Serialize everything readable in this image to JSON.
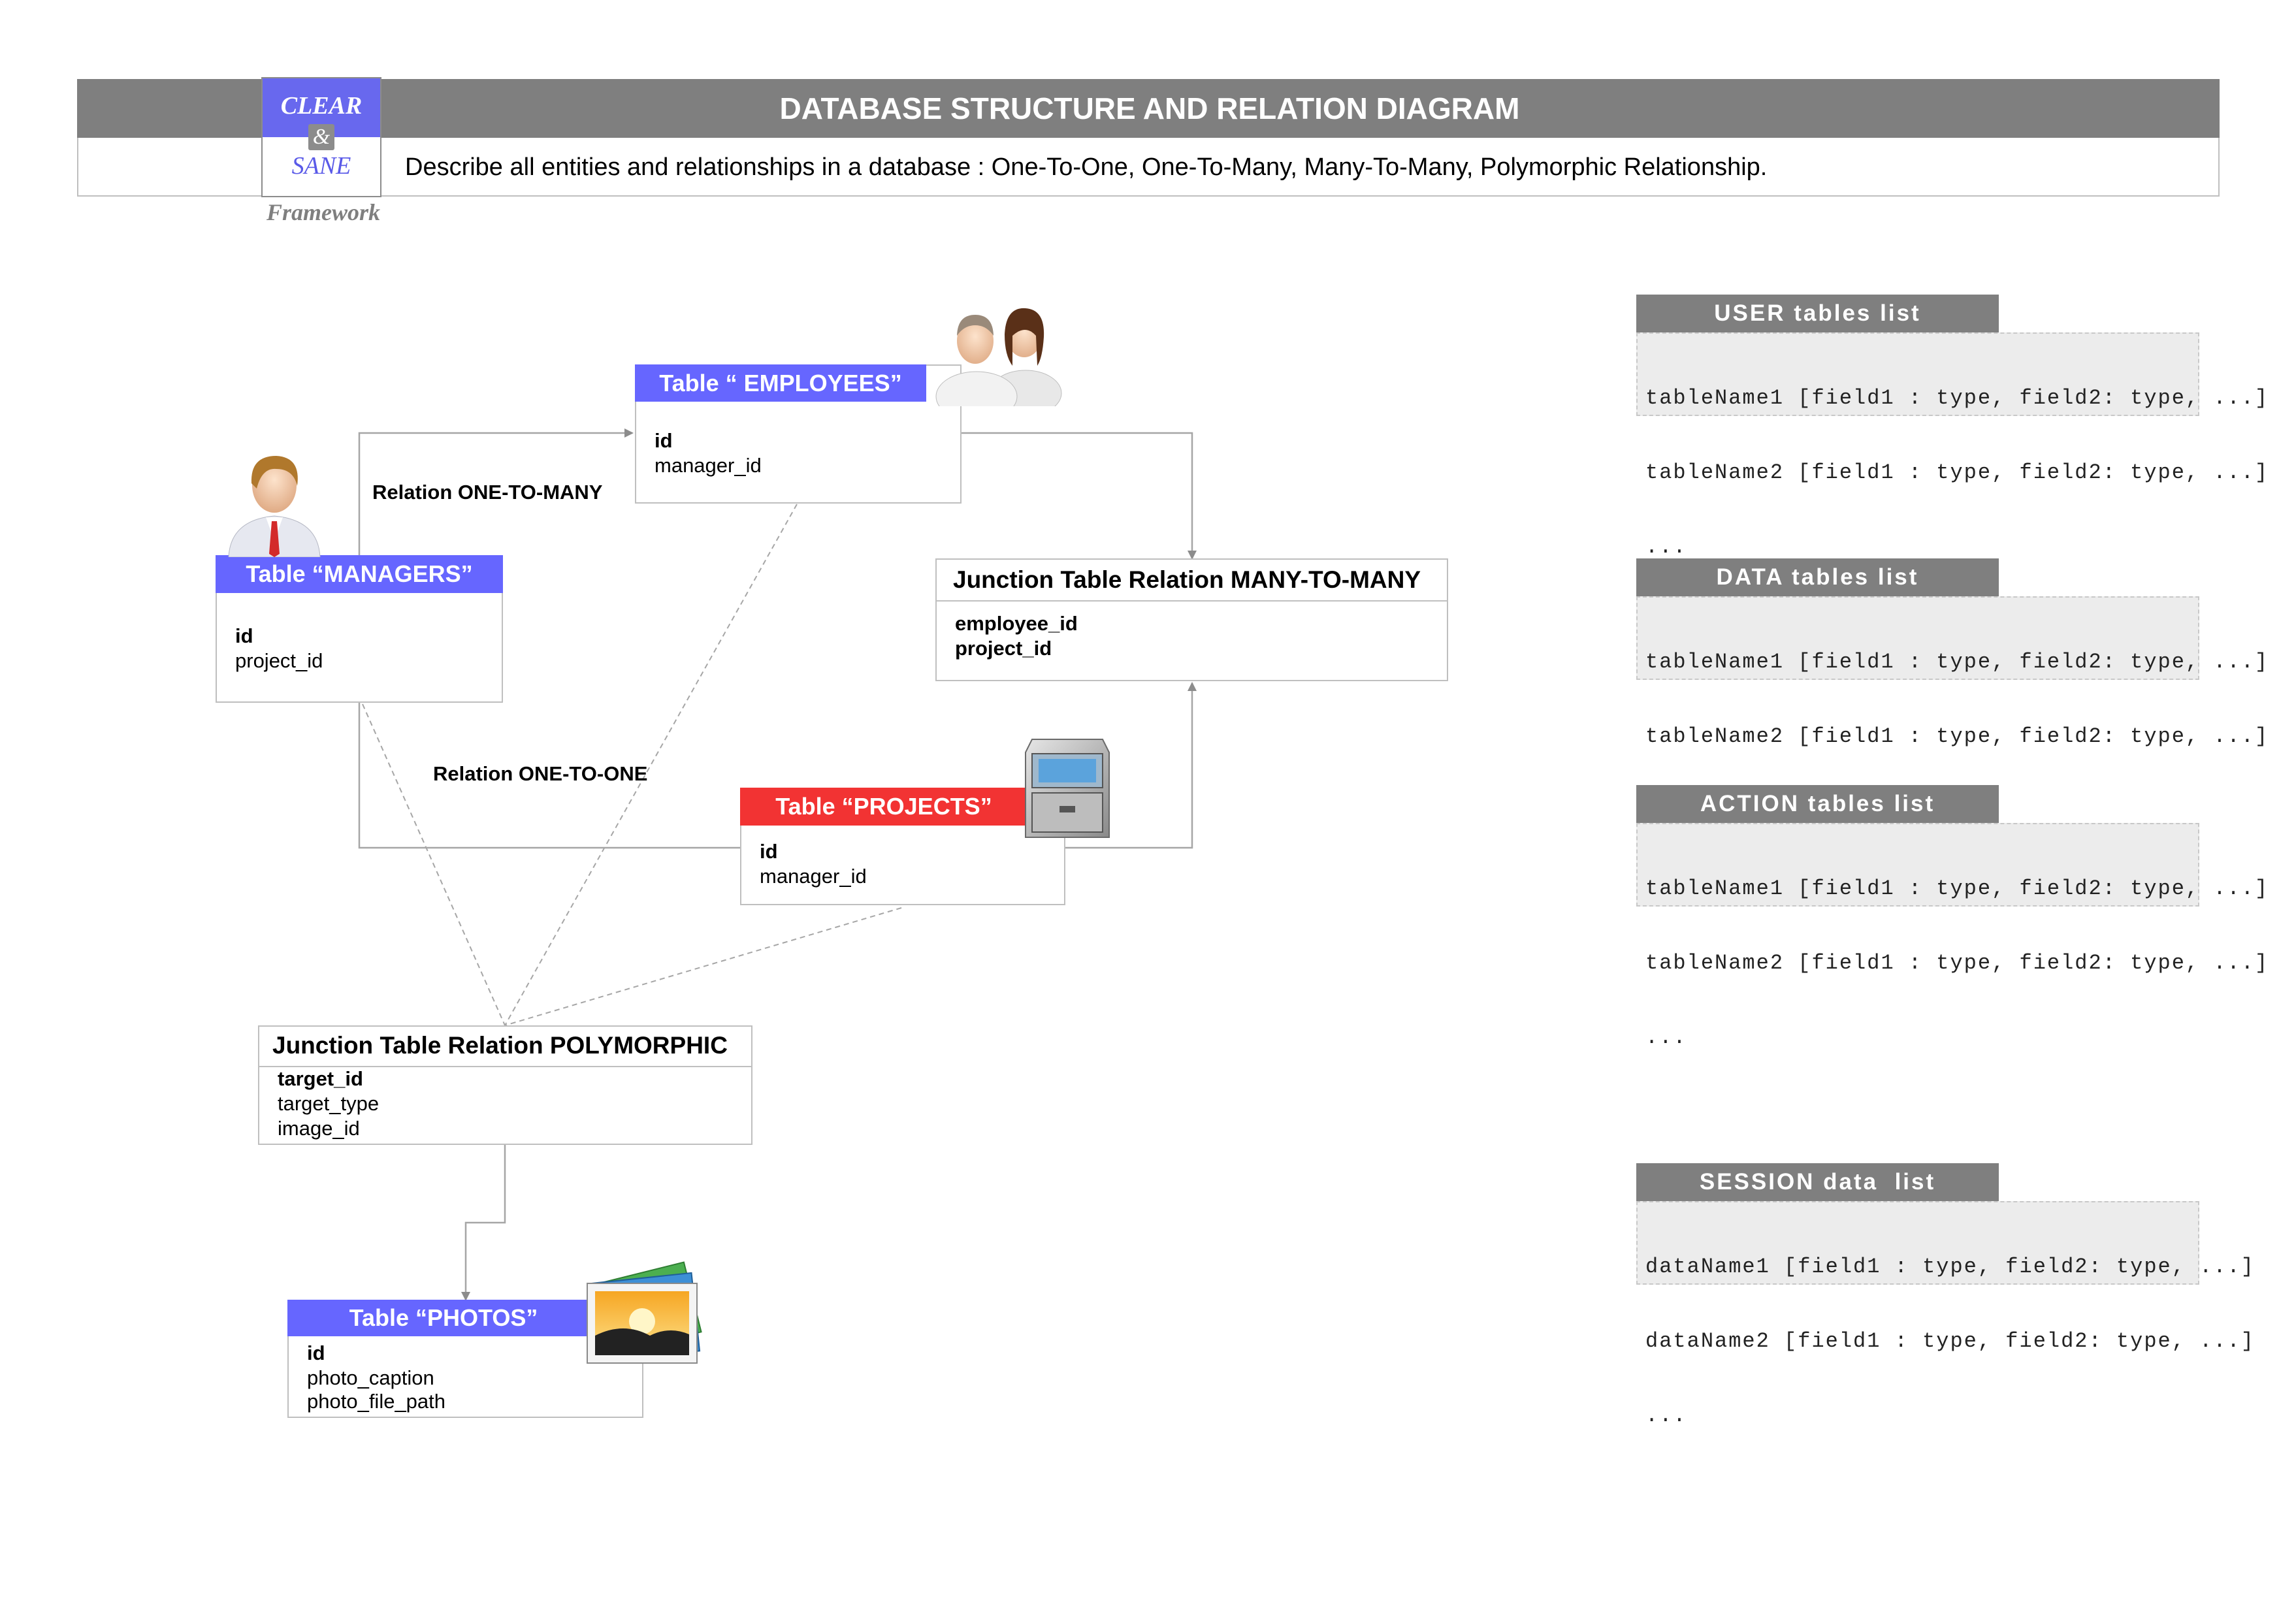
{
  "header": {
    "title": "DATABASE STRUCTURE AND RELATION DIAGRAM",
    "description": "Describe all entities and relationships in a database : One-To-One, One-To-Many, Many-To-Many, Polymorphic Relationship."
  },
  "logo": {
    "top": "CLEAR",
    "amp": "&",
    "bottom": "SANE",
    "caption": "Framework"
  },
  "colors": {
    "header_bar": "#7f7f7f",
    "table_blue": "#6666ff",
    "table_red": "#f23333",
    "line_gray": "#8c8c8c"
  },
  "tables": {
    "employees": {
      "title": "Table “ EMPLOYEES”",
      "fields": [
        "id",
        "manager_id"
      ],
      "icon": "users-icon"
    },
    "managers": {
      "title": "Table “MANAGERS”",
      "fields": [
        "id",
        "project_id"
      ],
      "icon": "manager-icon"
    },
    "projects": {
      "title": "Table “PROJECTS”",
      "fields": [
        "id",
        "manager_id"
      ],
      "icon": "file-cabinet-icon"
    },
    "photos": {
      "title": "Table “PHOTOS”",
      "fields": [
        "id",
        "photo_caption",
        "photo_file_path"
      ],
      "icon": "photo-icon"
    },
    "many_to_many": {
      "title": "Junction Table Relation MANY-TO-MANY",
      "fields": [
        "employee_id",
        "project_id"
      ]
    },
    "polymorphic": {
      "title": "Junction Table Relation POLYMORPHIC",
      "fields": [
        "target_id",
        "target_type",
        "image_id"
      ]
    }
  },
  "relations": {
    "one_to_many": "Relation ONE-TO-MANY",
    "one_to_one": "Relation ONE-TO-ONE"
  },
  "side_lists": [
    {
      "title": "USER tables list",
      "lines": [
        "tableName1 [field1 : type, field2: type, ...]",
        "tableName2 [field1 : type, field2: type, ...]",
        "..."
      ]
    },
    {
      "title": "DATA tables list",
      "lines": [
        "tableName1 [field1 : type, field2: type, ...]",
        "tableName2 [field1 : type, field2: type, ...]",
        "..."
      ]
    },
    {
      "title": "ACTION tables list",
      "lines": [
        "tableName1 [field1 : type, field2: type, ...]",
        "tableName2 [field1 : type, field2: type, ...]",
        "..."
      ]
    },
    {
      "title": "SESSION data  list",
      "lines": [
        "dataName1 [field1 : type, field2: type, ...]",
        "dataName2 [field1 : type, field2: type, ...]",
        "..."
      ]
    }
  ]
}
